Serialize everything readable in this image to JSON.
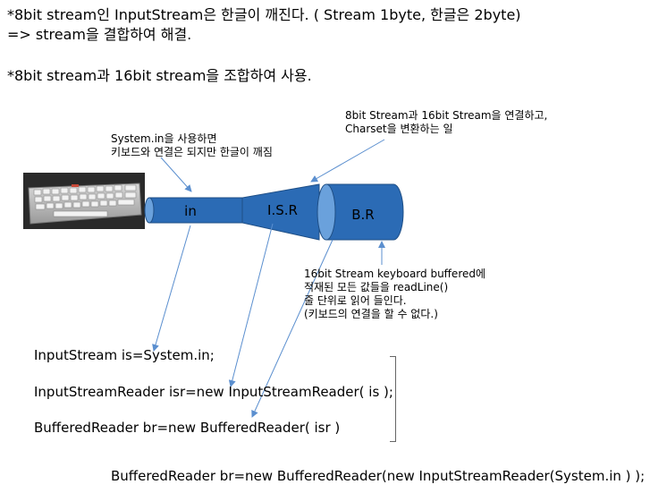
{
  "header": {
    "line1": "*8bit stream인 InputStream은 한글이 깨진다. ( Stream 1byte, 한글은 2byte)",
    "line2": " => stream을 결합하여 해결.",
    "line3": "*8bit stream과 16bit stream을 조합하여 사용."
  },
  "annotations": {
    "isr_note": [
      "8bit Stream과 16bit Stream을 연결하고,",
      "Charset을 변환하는 일"
    ],
    "systemin_note": [
      "System.in을 사용하면",
      "키보드와 연결은 되지만 한글이 깨짐"
    ],
    "br_note": [
      "16bit Stream keyboard buffered에",
      "적재된 모든 값들을 readLine()",
      "줄 단위로 읽어 들인다.",
      "(키보드의 연결을 할 수 없다.)"
    ]
  },
  "pipes": {
    "in_label": "in",
    "isr_label": "I.S.R",
    "br_label": "B.R"
  },
  "code": {
    "line1": "InputStream is=System.in;",
    "line2": "InputStreamReader  isr=new InputStreamReader( is );",
    "line3": "BufferedReader  br=new BufferedReader( isr )",
    "combined": "BufferedReader  br=new BufferedReader(new InputStreamReader(System.in ) );"
  },
  "colors": {
    "pipe_fill": "#2b6bb5",
    "pipe_stroke": "#1f4f86",
    "pipe_end": "#6aa1dc",
    "arrow": "#5b8fcf"
  }
}
